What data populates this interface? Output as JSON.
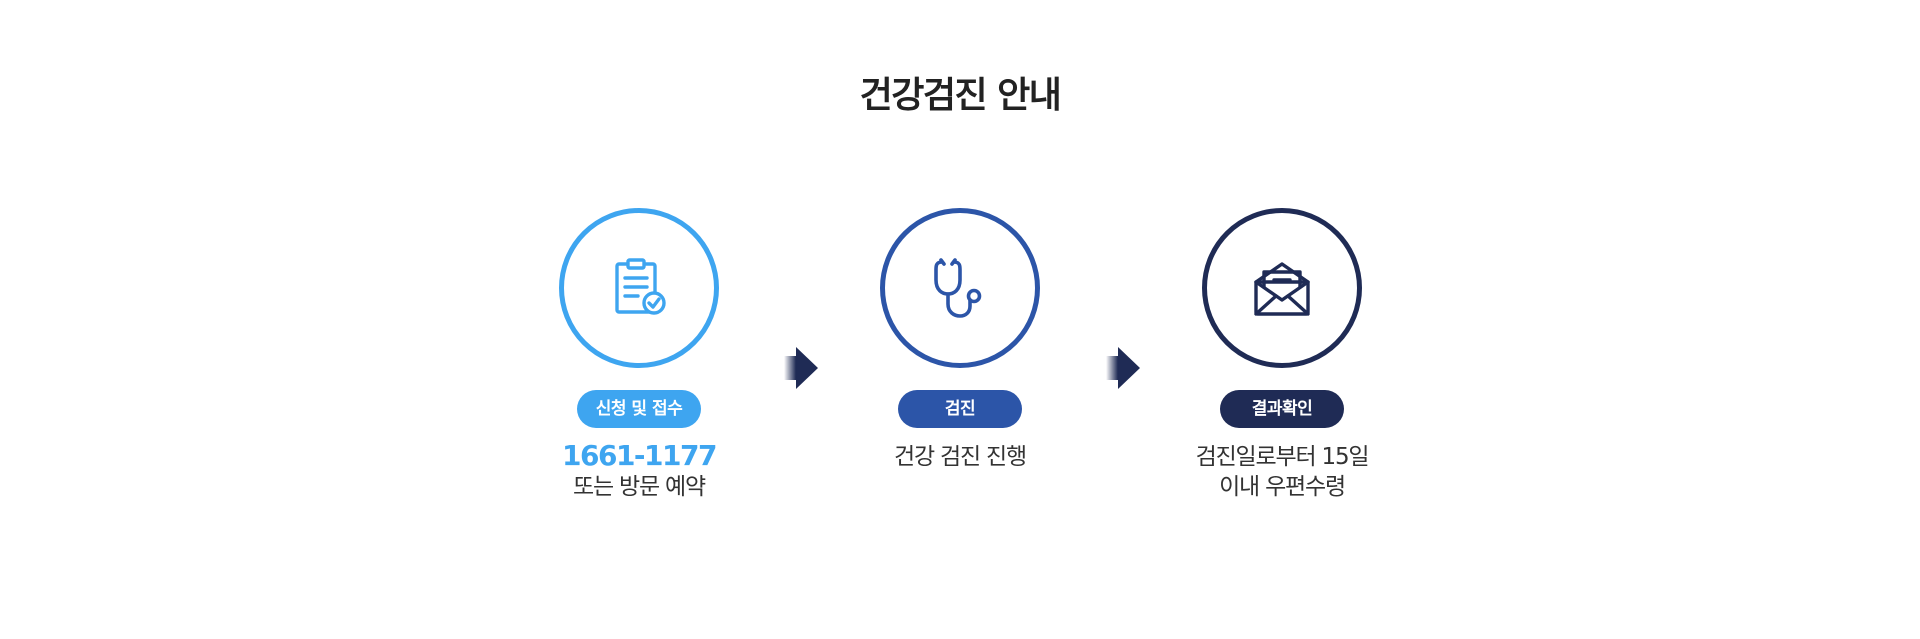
{
  "title": "건강검진 안내",
  "colors": {
    "step1": "#3ea5f0",
    "step2": "#2c55a8",
    "step3": "#1f2b55",
    "arrow": "#1f2b55"
  },
  "steps": [
    {
      "icon": "clipboard-check-icon",
      "label": "신청 및 접수",
      "highlight": "1661-1177",
      "lines": [
        "또는 방문 예약"
      ]
    },
    {
      "icon": "stethoscope-icon",
      "label": "검진",
      "lines": [
        "건강 검진 진행"
      ]
    },
    {
      "icon": "envelope-letter-icon",
      "label": "결과확인",
      "lines": [
        "검진일로부터 15일",
        "이내 우편수령"
      ]
    }
  ]
}
